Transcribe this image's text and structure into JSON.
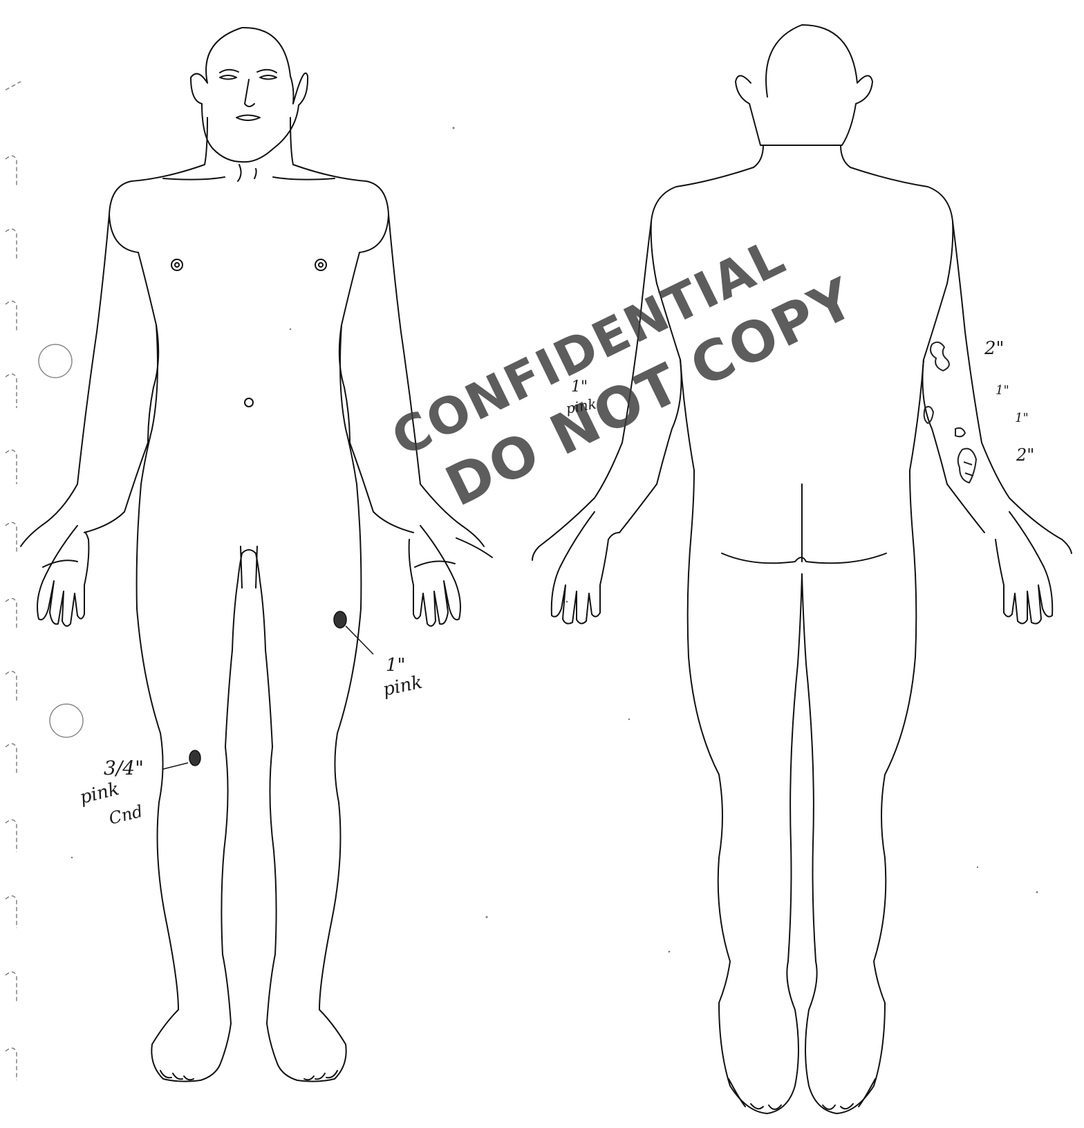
{
  "annotations": {
    "front_left_thigh": {
      "size": "1\"",
      "color": "pink"
    },
    "front_right_knee": {
      "size": "3/4\"",
      "color": "pink",
      "extra": "Cnd"
    },
    "back_right_arm": [
      "2\"",
      "1\"",
      "1\"",
      "2\""
    ],
    "stamp_note": {
      "size": "1\"",
      "color": "pink"
    }
  },
  "stamp": {
    "line1": "CONFIDENTIAL",
    "line2": "DO NOT COPY"
  }
}
